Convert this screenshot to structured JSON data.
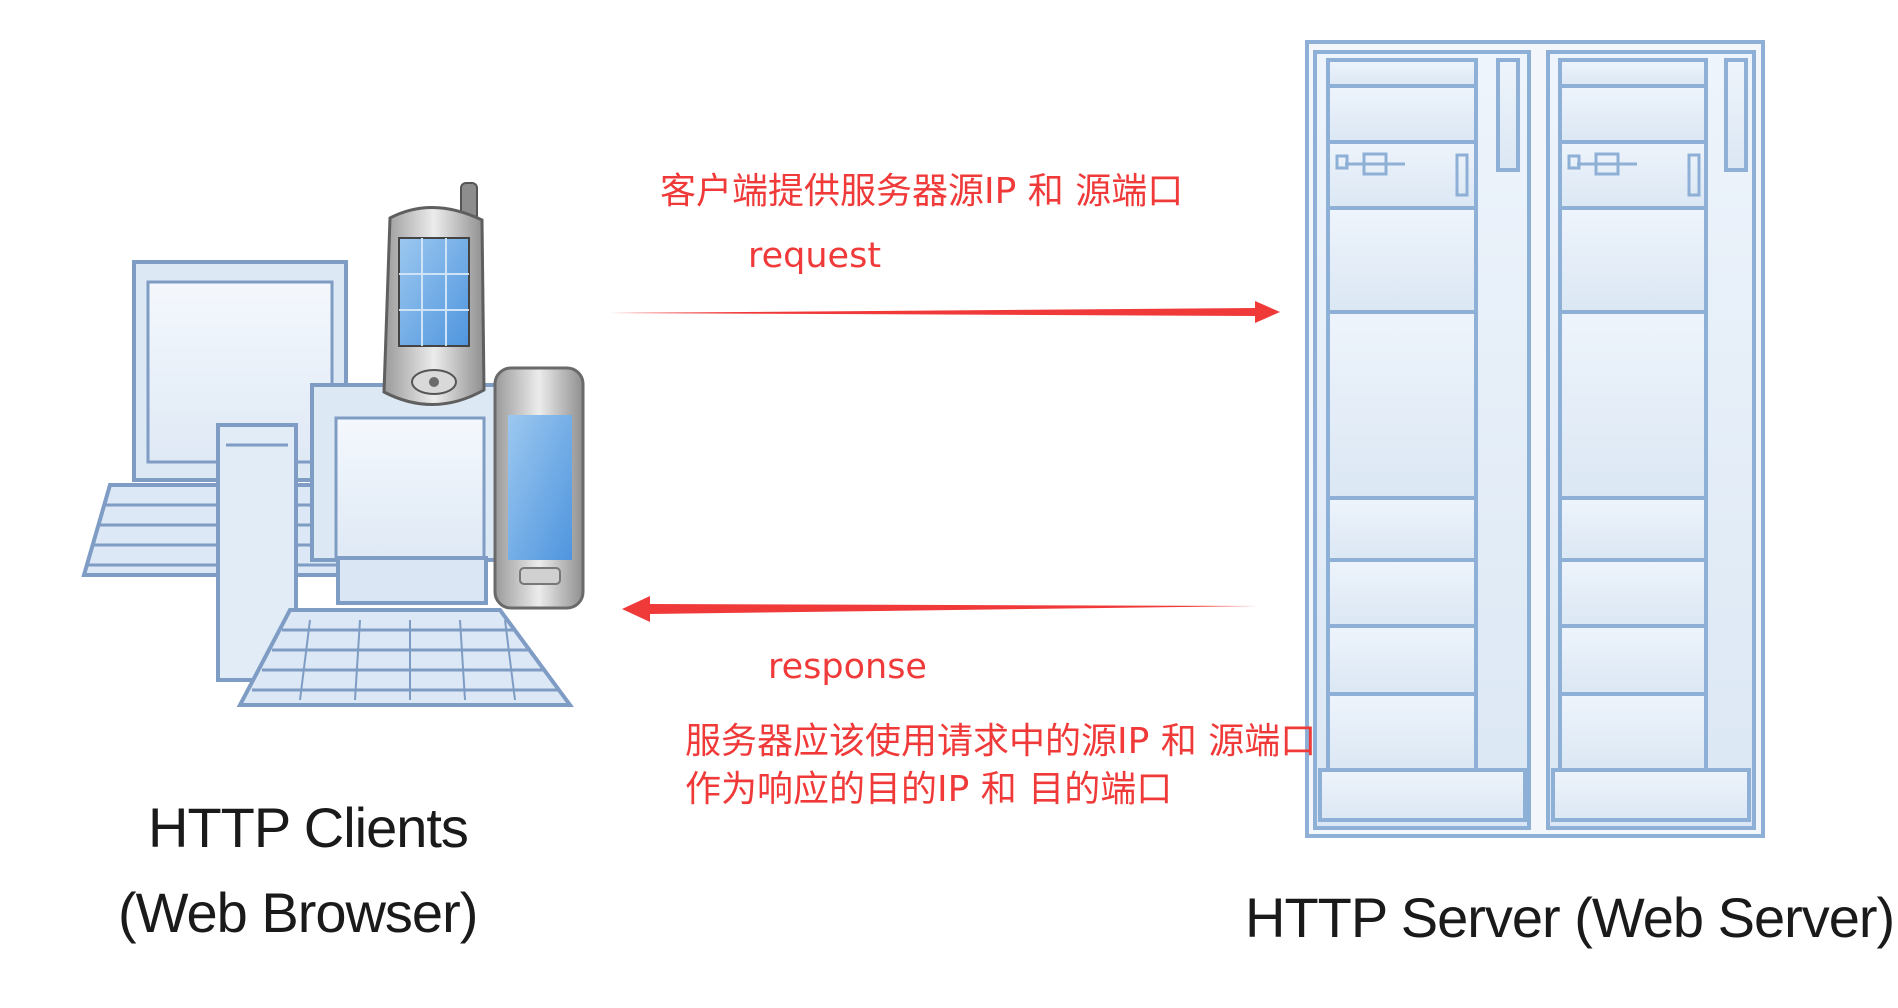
{
  "client": {
    "label_line1": "HTTP Clients",
    "label_line2": "(Web Browser)"
  },
  "server": {
    "label": "HTTP Server (Web Server)"
  },
  "request": {
    "note": "客户端提供服务器源IP 和 源端口",
    "label": "request"
  },
  "response": {
    "label": "response",
    "note_line1": "服务器应该使用请求中的源IP 和 源端口",
    "note_line2": "作为响应的目的IP 和 目的端口"
  },
  "colors": {
    "arrow": "#f03a3a",
    "device_fill": "#dce8f5",
    "device_stroke": "#7f9cc4"
  },
  "icons": [
    "laptop-icon",
    "desktop-computer-icon",
    "pda-phone-icon",
    "smartphone-icon",
    "server-rack-icon"
  ]
}
